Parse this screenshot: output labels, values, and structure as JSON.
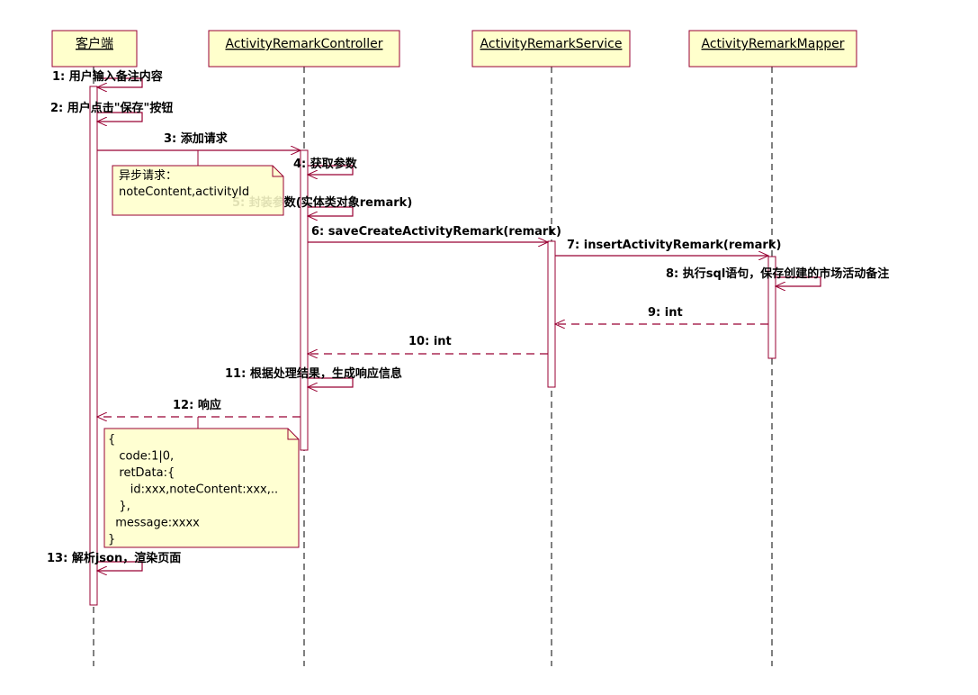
{
  "diagram": {
    "type": "sequence",
    "colors": {
      "head_fill": "#ffffcc",
      "head_stroke": "#990033",
      "line": "#990033",
      "note_fill": "#ffffcc",
      "text": "#000000"
    },
    "participants": [
      {
        "id": "client",
        "label": "客户端"
      },
      {
        "id": "controller",
        "label": "ActivityRemarkController"
      },
      {
        "id": "service",
        "label": "ActivityRemarkService"
      },
      {
        "id": "mapper",
        "label": "ActivityRemarkMapper"
      }
    ],
    "messages": [
      {
        "id": "m1",
        "label": "1: 用户输入备注内容",
        "from": "client",
        "to": "client",
        "kind": "self"
      },
      {
        "id": "m2",
        "label": "2: 用户点击\"保存\"按钮",
        "from": "client",
        "to": "client",
        "kind": "self"
      },
      {
        "id": "m3",
        "label": "3: 添加请求",
        "from": "client",
        "to": "controller",
        "kind": "call"
      },
      {
        "id": "m4",
        "label": "4: 获取参数",
        "from": "controller",
        "to": "controller",
        "kind": "self"
      },
      {
        "id": "m5",
        "label": "5: 封装参数(实体类对象remark)",
        "from": "controller",
        "to": "controller",
        "kind": "self"
      },
      {
        "id": "m6",
        "label": "6: saveCreateActivityRemark(remark)",
        "from": "controller",
        "to": "service",
        "kind": "call"
      },
      {
        "id": "m7",
        "label": "7: insertActivityRemark(remark)",
        "from": "service",
        "to": "mapper",
        "kind": "call"
      },
      {
        "id": "m8",
        "label": "8: 执行sql语句，保存创建的市场活动备注",
        "from": "mapper",
        "to": "mapper",
        "kind": "self"
      },
      {
        "id": "m9",
        "label": "9: int",
        "from": "mapper",
        "to": "service",
        "kind": "return"
      },
      {
        "id": "m10",
        "label": "10: int",
        "from": "service",
        "to": "controller",
        "kind": "return"
      },
      {
        "id": "m11",
        "label": "11: 根据处理结果，生成响应信息",
        "from": "controller",
        "to": "controller",
        "kind": "self"
      },
      {
        "id": "m12",
        "label": "12: 响应",
        "from": "controller",
        "to": "client",
        "kind": "return"
      },
      {
        "id": "m13",
        "label": "13: 解析json，渲染页面",
        "from": "client",
        "to": "client",
        "kind": "self"
      }
    ],
    "notes": [
      {
        "id": "note-async",
        "lines": [
          "异步请求：",
          "noteContent,activityId"
        ]
      },
      {
        "id": "note-json",
        "lines": [
          "{",
          "   code:1|0,",
          "   retData:{",
          "      id:xxx,noteContent:xxx,..",
          "   },",
          "  message:xxxx",
          "}"
        ]
      }
    ]
  }
}
